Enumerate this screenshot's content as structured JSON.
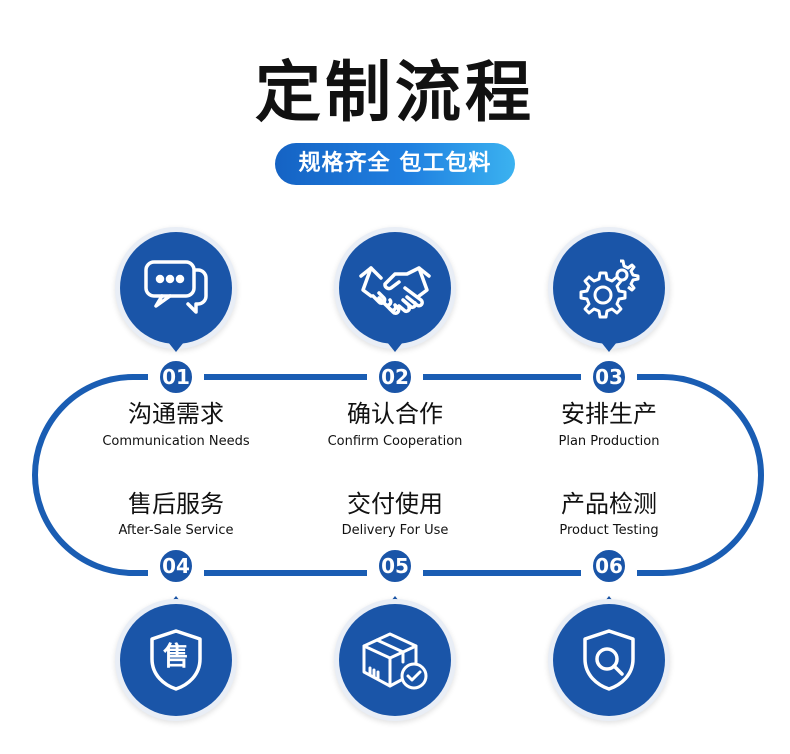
{
  "title": "定制流程",
  "subtitle": "规格齐全 包工包料",
  "steps": [
    {
      "num": "01",
      "title": "沟通需求",
      "subtitle": "Communication Needs",
      "icon": "chat-bubbles-icon"
    },
    {
      "num": "02",
      "title": "确认合作",
      "subtitle": "Confirm Cooperation",
      "icon": "handshake-icon"
    },
    {
      "num": "03",
      "title": "安排生产",
      "subtitle": "Plan Production",
      "icon": "gears-icon"
    },
    {
      "num": "04",
      "title": "售后服务",
      "subtitle": "After-Sale Service",
      "icon": "shield-sale-icon",
      "icon_text": "售"
    },
    {
      "num": "05",
      "title": "交付使用",
      "subtitle": "Delivery For Use",
      "icon": "package-check-icon"
    },
    {
      "num": "06",
      "title": "产品检测",
      "subtitle": "Product Testing",
      "icon": "shield-search-icon"
    }
  ],
  "colors": {
    "primary": "#1a55a8",
    "track": "#1a5db3",
    "gradient_start": "#1563c4",
    "gradient_end": "#3bb2f0"
  }
}
